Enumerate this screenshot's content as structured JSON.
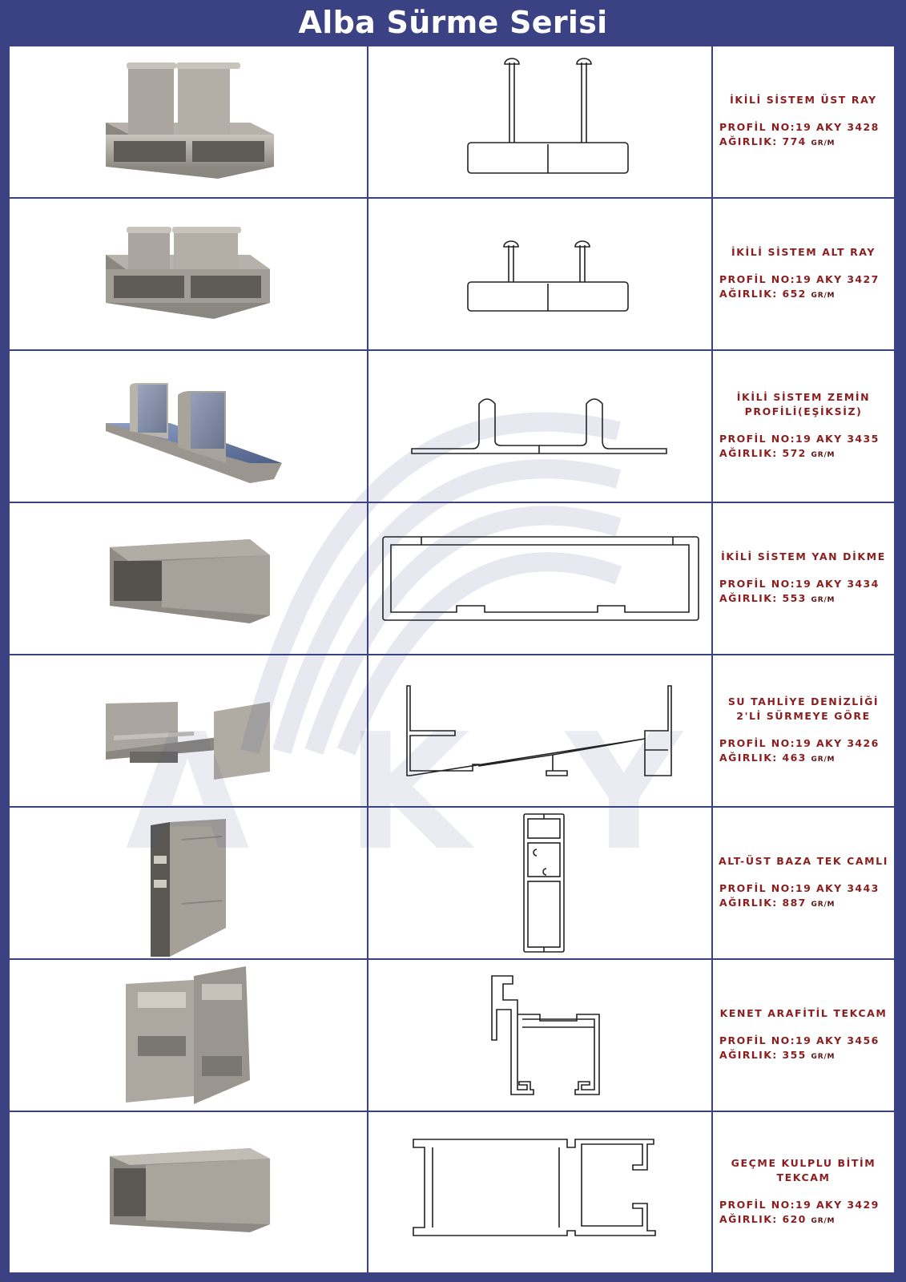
{
  "title": "Alba Sürme Serisi",
  "watermark": "AKY",
  "colors": {
    "frame": "#3a4283",
    "text_red": "#8a1e1e",
    "metal": "#a7a39b",
    "metal_dark": "#6f6c67"
  },
  "labels": {
    "profile_prefix": "PROFİL NO:",
    "weight_prefix": "AĞIRLIK: ",
    "unit": "GR/M"
  },
  "profiles": [
    {
      "name": "İKİLİ SİSTEM ÜST RAY",
      "profile_no": "19 AKY 3428",
      "weight": "774"
    },
    {
      "name": "İKİLİ SİSTEM ALT RAY",
      "profile_no": "19 AKY 3427",
      "weight": "652"
    },
    {
      "name": "İKİLİ SİSTEM ZEMİN\nPROFİLİ(EŞİKSİZ)",
      "profile_no": "19 AKY 3435",
      "weight": "572"
    },
    {
      "name": "İKİLİ SİSTEM YAN DİKME",
      "profile_no": "19 AKY 3434",
      "weight": "553"
    },
    {
      "name": "SU TAHLİYE DENİZLİĞİ\n2'Lİ SÜRMEYE GÖRE",
      "profile_no": "19 AKY 3426",
      "weight": "463"
    },
    {
      "name": "ALT-ÜST BAZA TEK CAMLI",
      "profile_no": "19 AKY 3443",
      "weight": "887"
    },
    {
      "name": "KENET ARAFİTİL TEKCAM",
      "profile_no": "19 AKY 3456",
      "weight": "355"
    },
    {
      "name": "GEÇME KULPLU BİTİM\nTEKCAM",
      "profile_no": "19 AKY 3429",
      "weight": "620"
    }
  ]
}
